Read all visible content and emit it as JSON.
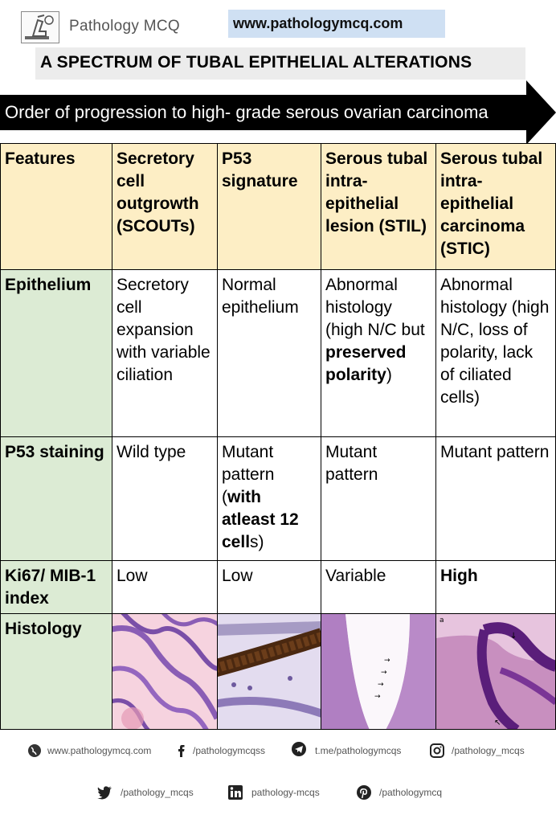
{
  "header": {
    "brand": "Pathology MCQ",
    "url": "www.pathologymcq.com",
    "logo_icon": "microscope-logo-icon"
  },
  "title": "A SPECTRUM OF TUBAL EPITHELIAL ALTERATIONS",
  "arrow_text": "Order of progression to high- grade serous ovarian carcinoma",
  "colors": {
    "header_bg": "#fdeec5",
    "feature_bg": "#dcebd4",
    "url_bg": "#cfe0f3",
    "title_bg": "#ececec"
  },
  "table": {
    "headers": [
      "Features",
      "Secretory cell outgrowth (SCOUTs)",
      "P53 signature",
      "Serous tubal intra-epithelial lesion (STIL)",
      "Serous tubal intra-epithelial carcinoma (STIC)"
    ],
    "rows": {
      "epithelium": {
        "label": "Epithelium",
        "scouts": "Secretory cell expansion with variable ciliation",
        "p53sig": "Normal epithelium",
        "stil_a": "Abnormal histology (high N/C but ",
        "stil_b": "preserved polarity",
        "stil_c": ")",
        "stic": "Abnormal histology (high N/C, loss of polarity, lack of ciliated cells)"
      },
      "staining": {
        "label": "P53 staining",
        "scouts": "Wild type",
        "p53sig_a": "Mutant pattern (",
        "p53sig_b": "with atleast 12 cell",
        "p53sig_c": "s)",
        "stil": "Mutant pattern",
        "stic": "Mutant pattern"
      },
      "ki67": {
        "label": "Ki67/ MIB-1 index",
        "scouts": "Low",
        "p53sig": "Low",
        "stil": "Variable",
        "stic": "High"
      },
      "histology": {
        "label": "Histology",
        "stic_panel_letter": "a"
      }
    }
  },
  "footer": {
    "website": "www.pathologymcq.com",
    "facebook": "/pathologymcqss",
    "telegram": "t.me/pathologymcqs",
    "instagram": "/pathology_mcqs",
    "twitter": "/pathology_mcqs",
    "linkedin": "pathology-mcqs",
    "pinterest": "/pathologymcq"
  }
}
